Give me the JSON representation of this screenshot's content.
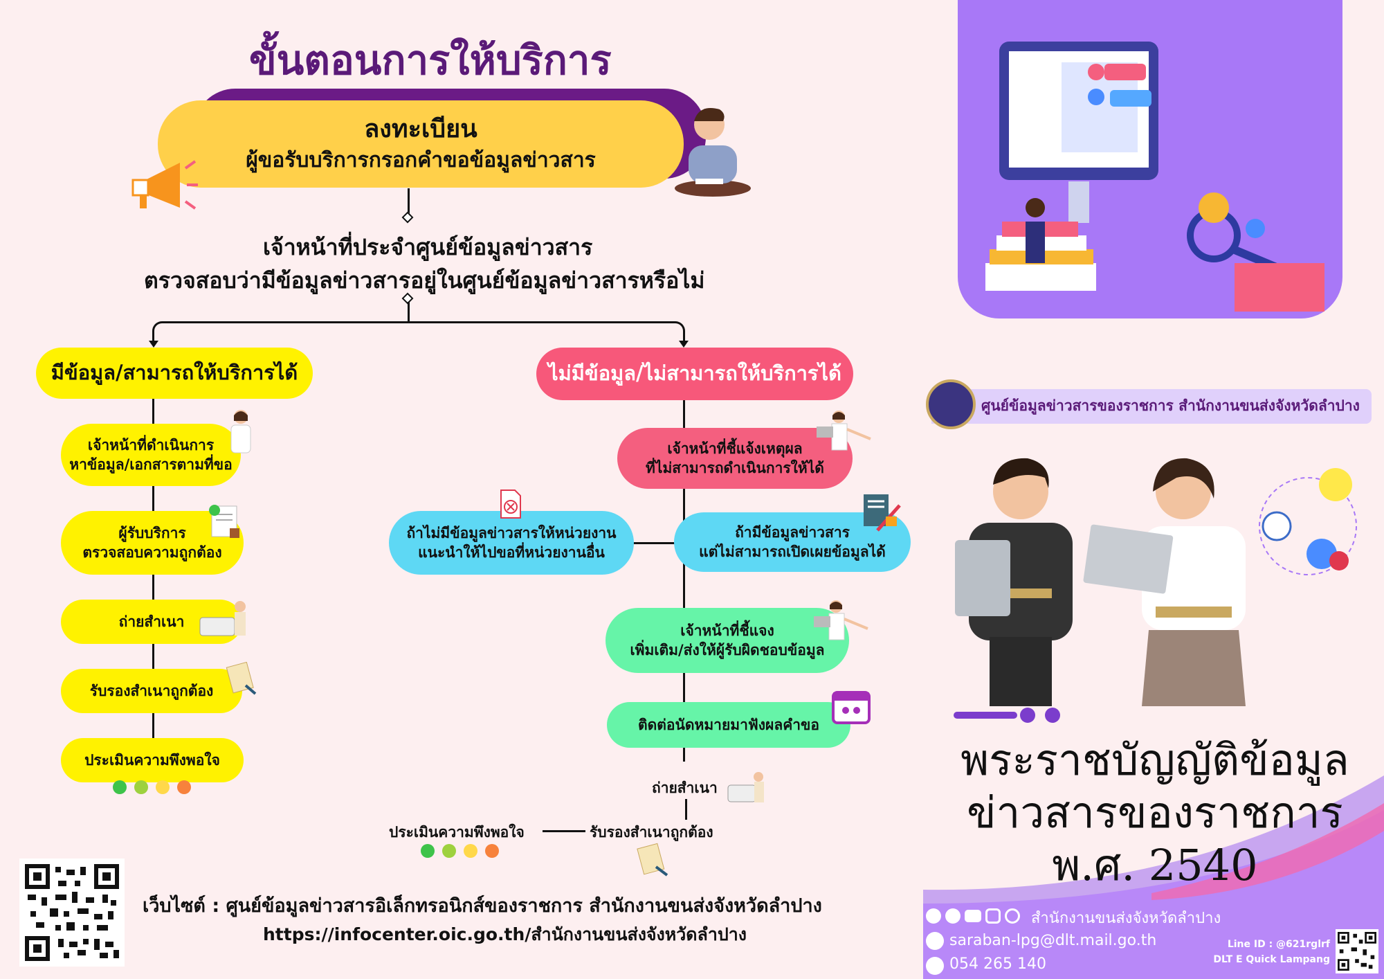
{
  "title": "ขั้นตอนการให้บริการ",
  "register": {
    "heading": "ลงทะเบียน",
    "sub": "ผู้ขอรับบริการกรอกคำขอข้อมูลข่าวสาร"
  },
  "check": {
    "line1": "เจ้าหน้าที่ประจำศูนย์ข้อมูลข่าวสาร",
    "line2": "ตรวจสอบว่ามีข้อมูลข่าวสารอยู่ในศูนย์ข้อมูลข่าวสารหรือไม่"
  },
  "left_branch": {
    "header": "มีข้อมูล/สามารถให้บริการได้",
    "steps": [
      {
        "line1": "เจ้าหน้าที่ดำเนินการ",
        "line2": "หาข้อมูล/เอกสารตามที่ขอ"
      },
      {
        "line1": "ผู้รับบริการ",
        "line2": "ตรวจสอบความถูกต้อง"
      },
      {
        "line1": "ถ่ายสำเนา",
        "line2": ""
      },
      {
        "line1": "รับรองสำเนาถูกต้อง",
        "line2": ""
      },
      {
        "line1": "ประเมินความพึงพอใจ",
        "line2": ""
      }
    ]
  },
  "right_branch": {
    "header": "ไม่มีข้อมูล/ไม่สามารถให้บริการได้",
    "explain": {
      "line1": "เจ้าหน้าที่ชี้แจ้งเหตุผล",
      "line2": "ที่ไม่สามารถดำเนินการให้ได้"
    },
    "no_info": {
      "line1": "ถ้าไม่มีข้อมูลข่าวสารให้หน่วยงาน",
      "line2": "แนะนำให้ไปขอที่หน่วยงานอื่น"
    },
    "cannot_disclose": {
      "line1": "ถ้ามีข้อมูลข่าวสาร",
      "line2": "แต่ไม่สามารถเปิดเผยข้อมูลได้"
    },
    "clarify": {
      "line1": "เจ้าหน้าที่ชี้แจง",
      "line2": "เพิ่มเติม/ส่งให้ผู้รับผิดชอบข้อมูล"
    },
    "appointment": "ติดต่อนัดหมายมาฟังผลคำขอ",
    "copy": "ถ่ายสำเนา",
    "certify": "รับรองสำเนาถูกต้อง",
    "evaluate": "ประเมินความพึงพอใจ"
  },
  "website": {
    "label": "เว็บไซต์ : ศูนย์ข้อมูลข่าวสารอิเล็กทรอนิกส์ของราชการ สำนักงานขนส่งจังหวัดลำปาง",
    "url": "https://infocenter.oic.go.th/สำนักงานขนส่งจังหวัดลำปาง"
  },
  "org_banner": "ศูนย์ข้อมูลข่าวสารของราชการ สำนักงานขนส่งจังหวัดลำปาง",
  "act": {
    "line1": "พระราชบัญญัติข้อมูล",
    "line2": "ข่าวสารของราชการ",
    "line3": "พ.ศ. 2540"
  },
  "contact": {
    "social": "สำนักงานขนส่งจังหวัดลำปาง",
    "email": "saraban-lpg@dlt.mail.go.th",
    "phone": "054 265 140",
    "line_id": "Line ID : @621rglrf",
    "line_name": "DLT E Quick Lampang"
  },
  "colors": {
    "title": "#5a1a78",
    "yellow": "#fff200",
    "pink": "#f7587a",
    "cyan": "#5ed8f4",
    "green": "#66f4a8",
    "purple": "#a56ef5"
  }
}
